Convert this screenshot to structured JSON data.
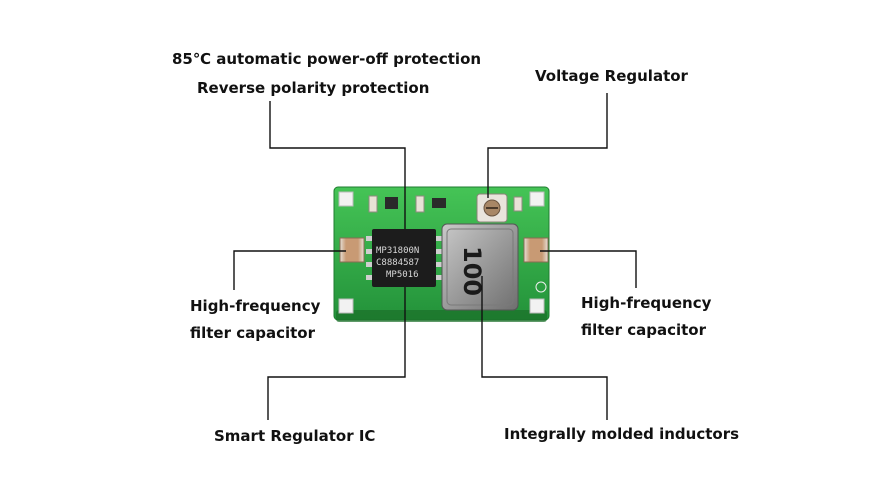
{
  "callouts": {
    "protection_line1": "85℃ automatic power-off protection",
    "protection_line2": "Reverse polarity protection",
    "voltage_regulator": "Voltage Regulator",
    "filter_cap_left_line1": "High-frequency",
    "filter_cap_left_line2": "filter capacitor",
    "filter_cap_right_line1": "High-frequency",
    "filter_cap_right_line2": "filter capacitor",
    "smart_ic": "Smart Regulator  IC",
    "inductor": "Integrally molded inductors"
  },
  "board": {
    "ic_marking_line1": "MP31800N",
    "ic_marking_line2": "C8884587",
    "ic_marking_line3": "MP5016",
    "inductor_marking": "100"
  },
  "colors": {
    "pcb": "#2fae3f",
    "ic_body": "#1c1c1c",
    "inductor_body": "#9a9a9a",
    "capacitor": "#c99e7a",
    "leader_line": "#111111"
  }
}
